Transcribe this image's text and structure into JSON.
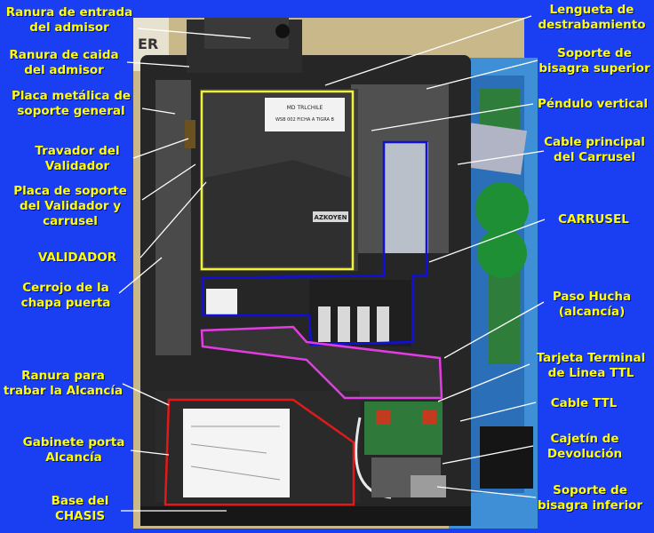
{
  "labels": {
    "ranura_entrada": "Ranura de entrada\ndel admisor",
    "ranura_caida": "Ranura de caida\ndel admisor",
    "placa_metalica": "Placa metálica de\nsoporte general",
    "travador": "Travador del\nValidador",
    "placa_soporte_validador": "Placa de soporte\ndel Validador y\ncarrusel",
    "validador": "VALIDADOR",
    "cerrojo": "Cerrojo de la\nchapa puerta",
    "ranura_alcancia": "Ranura para\ntrabar la Alcancía",
    "gabinete": "Gabinete porta\nAlcancía",
    "base_chasis": "Base del\nCHASIS",
    "lengueta": "Lengueta de\ndestrabamiento",
    "soporte_bisagra_sup": "Soporte de\nbisagra superior",
    "pendulo": "Péndulo vertical",
    "cable_principal": "Cable principal\ndel Carrusel",
    "carrusel": "CARRUSEL",
    "paso_hucha": "Paso Hucha\n(alcancía)",
    "tarjeta_ttl": "Tarjeta Terminal\nde Linea TTL",
    "cable_ttl": "Cable TTL",
    "cajetin": "Cajetín de\nDevolución",
    "soporte_bisagra_inf": "Soporte de\nbisagra inferior"
  },
  "photo_text": {
    "validator_brand": "AZKOYEN",
    "sticker_line1": "MD TRLCHILE",
    "sticker_line2": "WSB 002 FICHA A TIGRA B",
    "corner_letters": "ER"
  },
  "colors": {
    "background": "#1a3ef2",
    "label_text": "#ffff00",
    "outline_validator": "#f2f23a",
    "outline_carrusel": "#1010d8",
    "outline_hucha": "#e23ce2",
    "outline_gabinete": "#e01a1a",
    "leader_line": "#ffffff"
  }
}
